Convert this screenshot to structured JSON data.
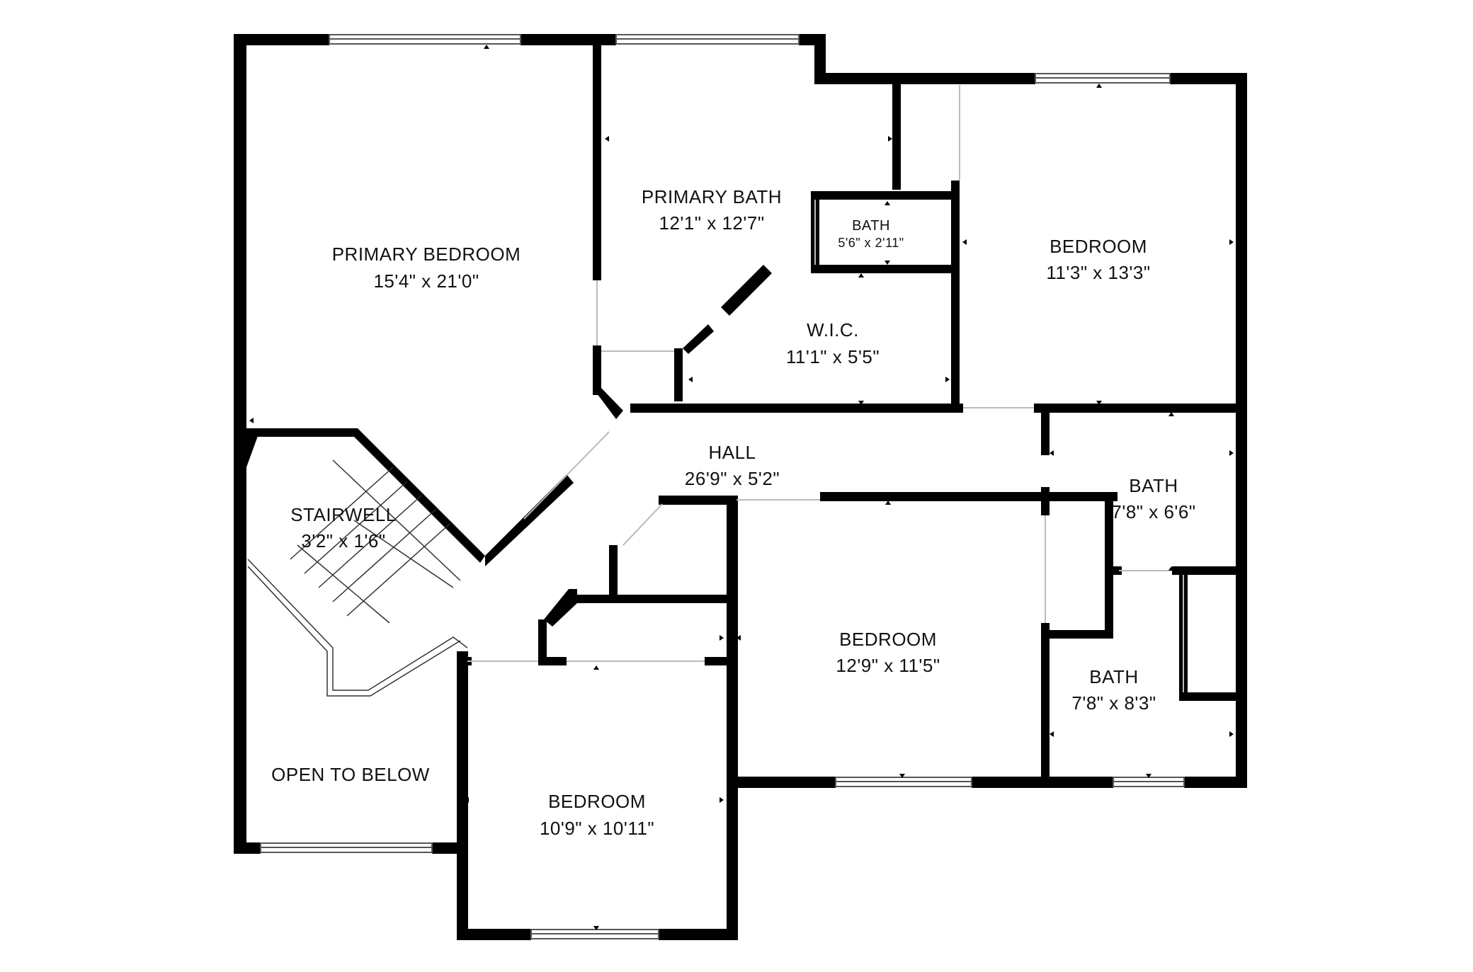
{
  "plan": {
    "colors": {
      "wall": "#000000",
      "background": "#ffffff",
      "window": "#555555",
      "text": "#111111"
    },
    "rooms": [
      {
        "id": "primary-bedroom",
        "name": "PRIMARY BEDROOM",
        "dim": "15'4\" x 21'0\""
      },
      {
        "id": "primary-bath",
        "name": "PRIMARY BATH",
        "dim": "12'1\" x 12'7\""
      },
      {
        "id": "bath-small",
        "name": "BATH",
        "dim": "5'6\" x 2'11\""
      },
      {
        "id": "bedroom-ne",
        "name": "BEDROOM",
        "dim": "11'3\" x 13'3\""
      },
      {
        "id": "wic",
        "name": "W.I.C.",
        "dim": "11'1\" x 5'5\""
      },
      {
        "id": "hall",
        "name": "HALL",
        "dim": "26'9\" x 5'2\""
      },
      {
        "id": "stairwell",
        "name": "STAIRWELL",
        "dim": "3'2\" x 1'6\""
      },
      {
        "id": "bath-east",
        "name": "BATH",
        "dim": "7'8\" x 6'6\""
      },
      {
        "id": "bedroom-center",
        "name": "BEDROOM",
        "dim": "12'9\" x 11'5\""
      },
      {
        "id": "bath-se",
        "name": "BATH",
        "dim": "7'8\" x 8'3\""
      },
      {
        "id": "open-to-below",
        "name": "OPEN TO BELOW",
        "dim": ""
      },
      {
        "id": "bedroom-south",
        "name": "BEDROOM",
        "dim": "10'9\" x 10'11\""
      }
    ]
  }
}
